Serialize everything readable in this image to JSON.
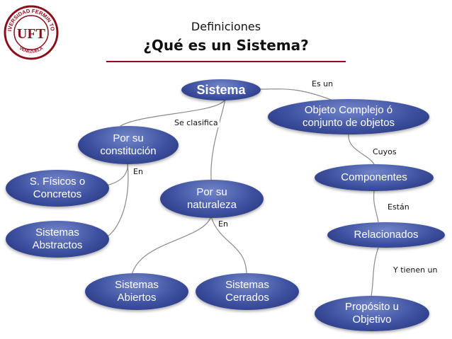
{
  "logo": {
    "text_top": "UNIVERSIDAD FERMIN TORO",
    "text_bottom": "VENEZUELA",
    "monogram": "UFT"
  },
  "header": {
    "subtitle": "Definiciones",
    "title": "¿Qué es un Sistema?"
  },
  "nodes": {
    "sistema": "Sistema",
    "objeto": "Objeto Complejo ó\nconjunto de objetos",
    "constitucion": "Por su\nconstitución",
    "fisicos": "S. Físicos o\nConcretos",
    "abstractos": "Sistemas\nAbstractos",
    "naturaleza": "Por su\nnaturaleza",
    "abiertos": "Sistemas\nAbiertos",
    "cerrados": "Sistemas\nCerrados",
    "componentes": "Componentes",
    "relacionados": "Relacionados",
    "proposito": "Propósito u\nObjetivo"
  },
  "links": {
    "es_un": "Es un",
    "se_clasifica": "Se clasifica",
    "en_1": "En",
    "en_2": "En",
    "cuyos": "Cuyos",
    "estan": "Están",
    "y_tienen_un": "Y tienen un"
  },
  "colors": {
    "node_dark": "#232f75",
    "node_light": "#7285c9",
    "accent": "#8b0d1a",
    "line": "#8a8a8a"
  }
}
